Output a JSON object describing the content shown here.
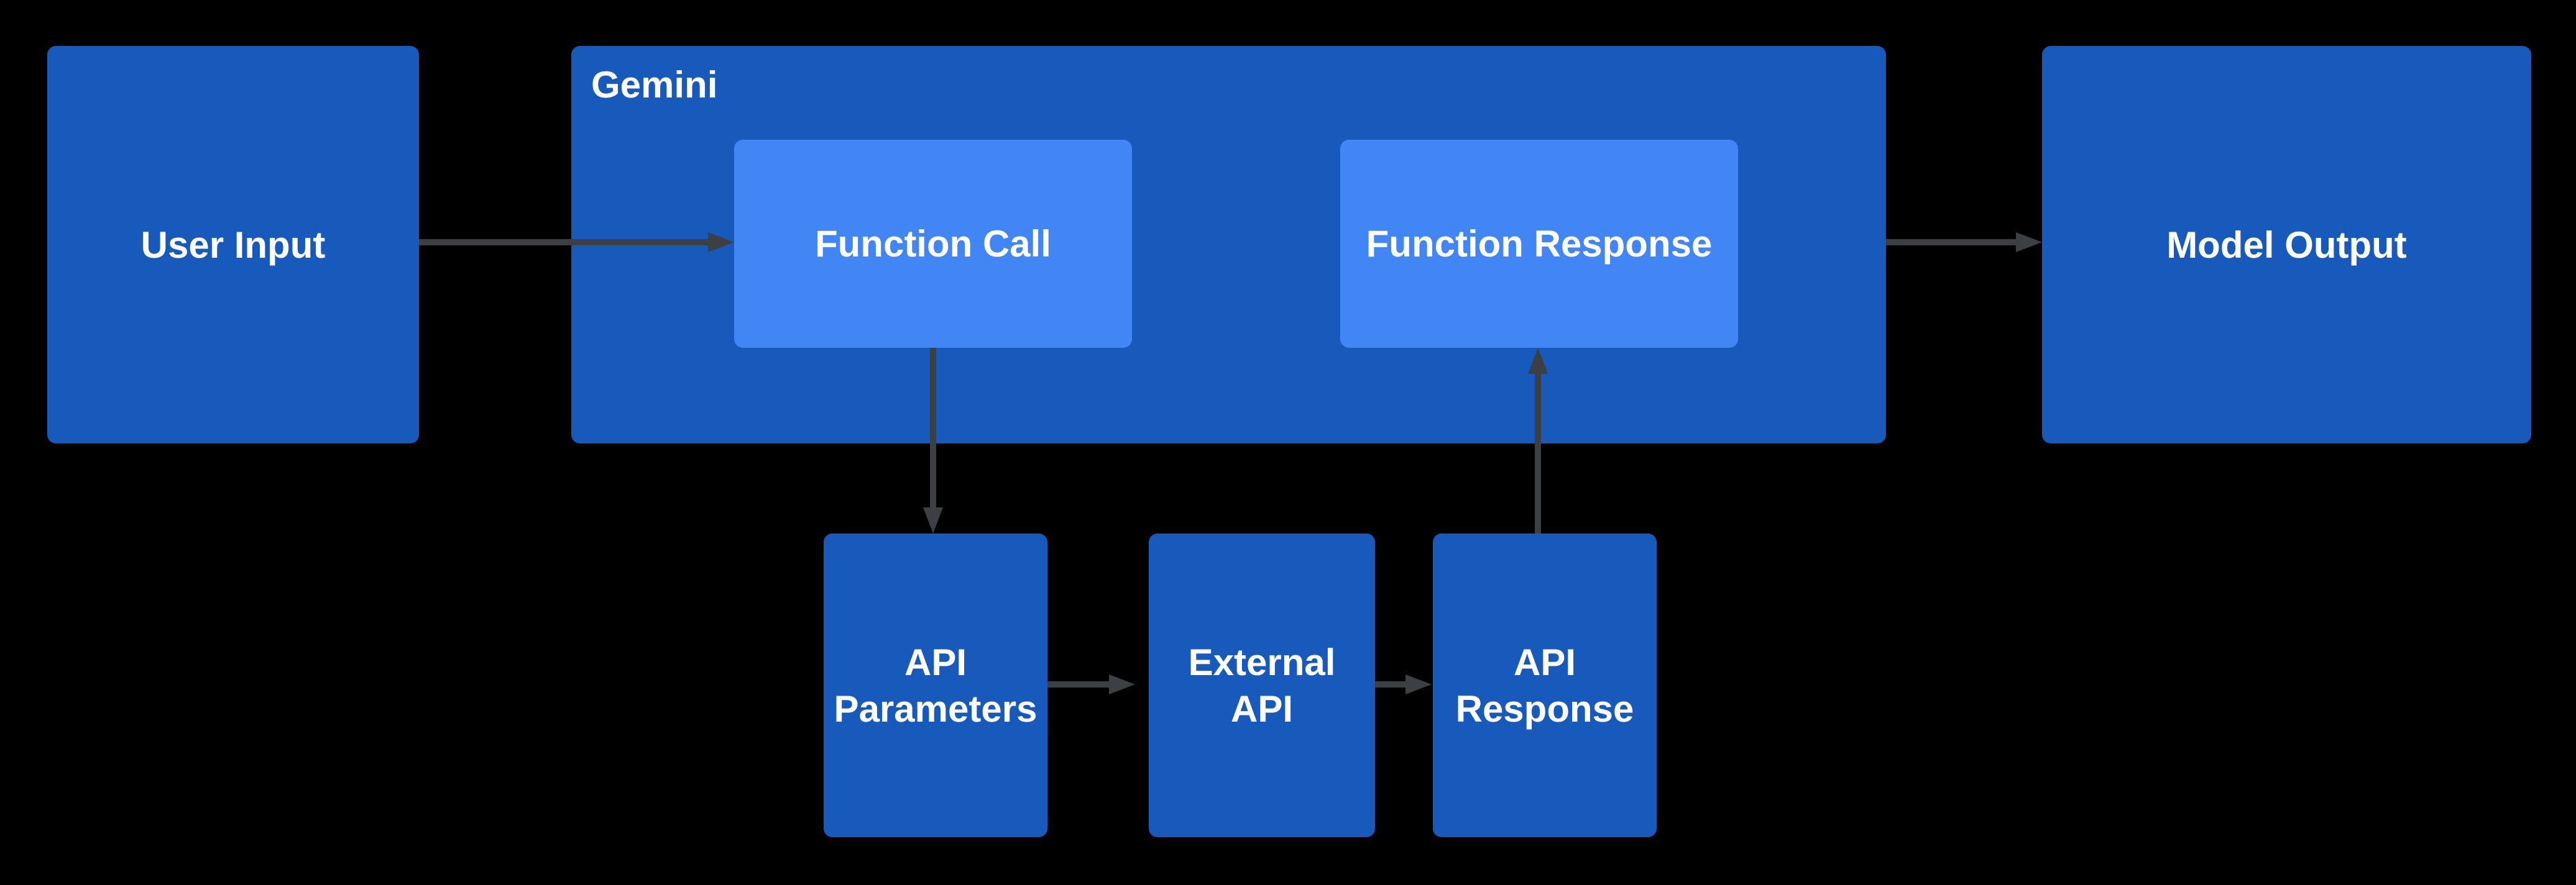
{
  "diagram": {
    "nodes": {
      "user_input": {
        "label": "User Input"
      },
      "gemini": {
        "label": "Gemini"
      },
      "function_call": {
        "label": "Function Call"
      },
      "function_response": {
        "label": "Function Response"
      },
      "model_output": {
        "label": "Model Output"
      },
      "api_parameters": {
        "label": "API Parameters"
      },
      "external_api": {
        "label": "External API"
      },
      "api_response": {
        "label": "API Response"
      }
    },
    "edges": [
      {
        "from": "user_input",
        "to": "function_call"
      },
      {
        "from": "function_call",
        "to": "api_parameters"
      },
      {
        "from": "api_parameters",
        "to": "external_api"
      },
      {
        "from": "external_api",
        "to": "api_response"
      },
      {
        "from": "api_response",
        "to": "function_response"
      },
      {
        "from": "gemini",
        "to": "model_output"
      }
    ],
    "colors": {
      "background": "#000000",
      "primary_box_blue": "#185ABC",
      "highlight_box_blue": "#4285F4",
      "arrow_gray": "#3C4043",
      "label_text": "#FFFFFF"
    }
  }
}
